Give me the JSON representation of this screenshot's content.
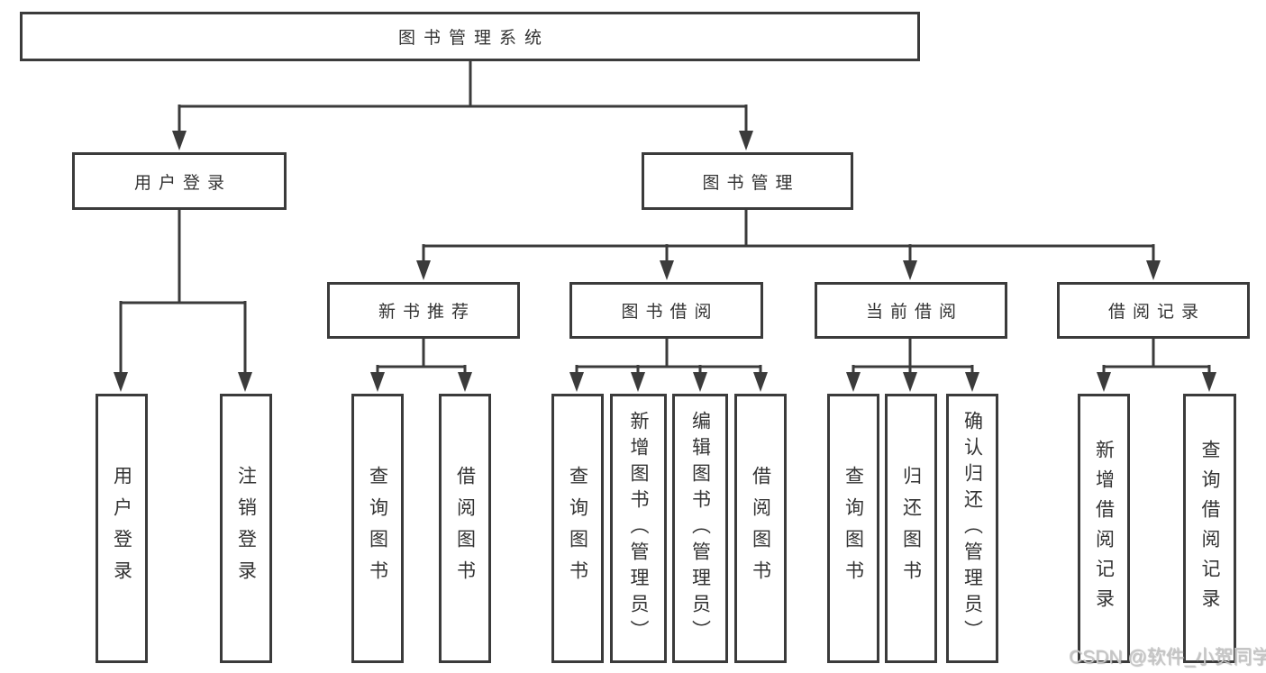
{
  "diagram": {
    "root": "图书管理系统",
    "level2": {
      "user_login": "用户登录",
      "book_management": "图书管理"
    },
    "level3": {
      "new_book_recommend": "新书推荐",
      "book_borrow": "图书借阅",
      "current_borrow": "当前借阅",
      "borrow_record": "借阅记录"
    },
    "leaves": {
      "user_login": "用户登录",
      "logout": "注销登录",
      "recommend_query_book": "查询图书",
      "recommend_borrow_book": "借阅图书",
      "borrow_query_book": "查询图书",
      "borrow_add_book": "新增图书（管理员）",
      "borrow_edit_book": "编辑图书（管理员）",
      "borrow_borrow_book": "借阅图书",
      "current_query_book": "查询图书",
      "current_return_book": "归还图书",
      "current_confirm_return": "确认归还（管理员）",
      "record_add": "新增借阅记录",
      "record_query": "查询借阅记录"
    }
  },
  "watermark": "CSDN @软件_小贺同学",
  "colors": {
    "line": "#3b3b3b",
    "text": "#333333",
    "watermark": "#c6c6c6",
    "background": "#ffffff"
  }
}
